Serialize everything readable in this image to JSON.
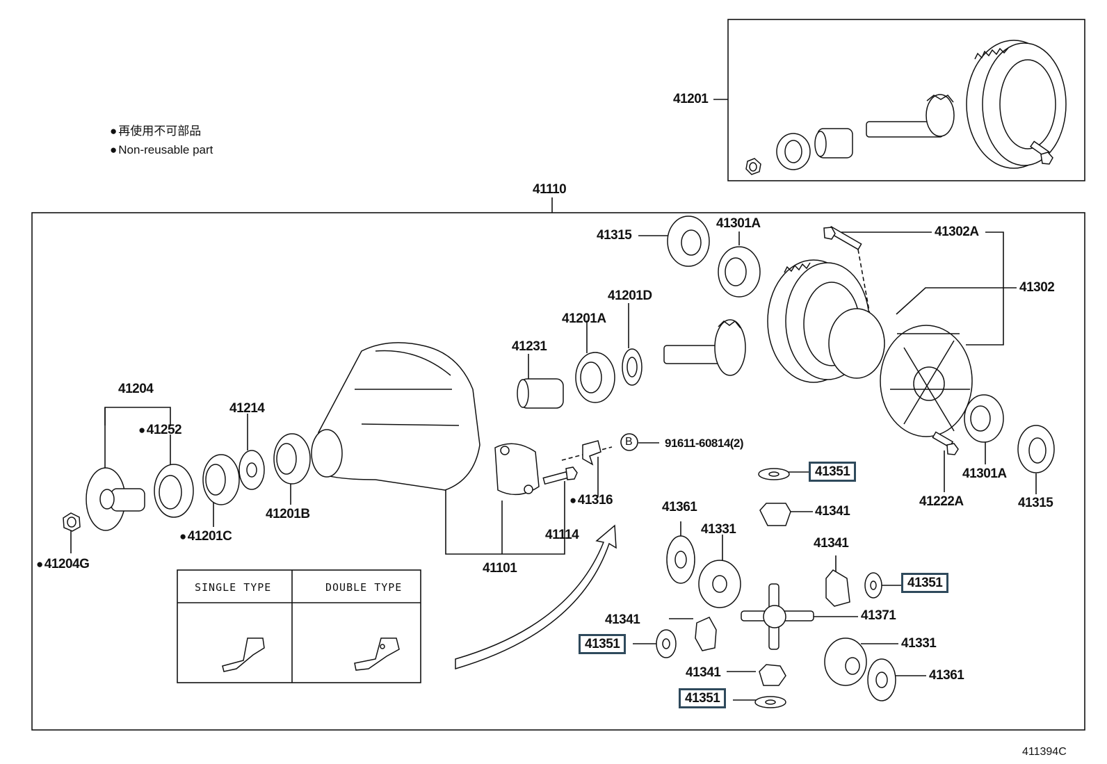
{
  "legend": {
    "line1": "再使用不可部品",
    "line2": "Non-reusable part"
  },
  "inset_table": {
    "single_type": "SINGLE TYPE",
    "double_type": "DOUBLE TYPE"
  },
  "diagram_code": "411394C",
  "bolt_ref": {
    "circle_letter": "B",
    "part": "91611-60814(2)"
  },
  "labels": {
    "p41201": "41201",
    "p41110": "41110",
    "p41315_a": "41315",
    "p41301A_a": "41301A",
    "p41302A": "41302A",
    "p41302": "41302",
    "p41201D": "41201D",
    "p41201A": "41201A",
    "p41231": "41231",
    "p41204": "41204",
    "p41252": "41252",
    "p41214": "41214",
    "p41201B": "41201B",
    "p41201C": "41201C",
    "p41204G": "41204G",
    "p41316": "41316",
    "p41114": "41114",
    "p41101": "41101",
    "p41351_a": "41351",
    "p41341_a": "41341",
    "p41361_a": "41361",
    "p41331_a": "41331",
    "p41341_b": "41341",
    "p41351_b": "41351",
    "p41371": "41371",
    "p41341_c": "41341",
    "p41351_c": "41351",
    "p41331_b": "41331",
    "p41341_d": "41341",
    "p41361_b": "41361",
    "p41351_d": "41351",
    "p41222A": "41222A",
    "p41301A_b": "41301A",
    "p41315_b": "41315"
  }
}
